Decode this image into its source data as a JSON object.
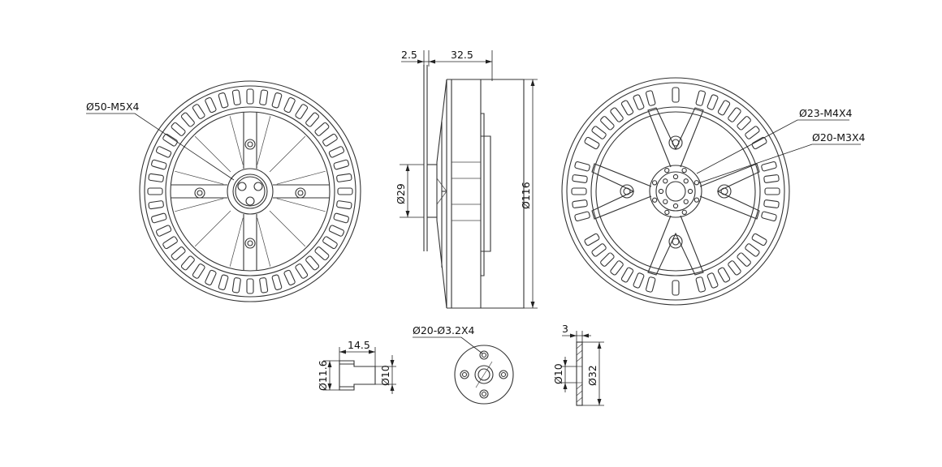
{
  "drawing": {
    "front_view": {
      "label": "Ø50-M5X4"
    },
    "side_view": {
      "dim_flange": "2.5",
      "dim_length": "32.5",
      "dim_shaft": "Ø29",
      "dim_outer": "Ø116"
    },
    "back_view": {
      "label_top": "Ø23-M4X4",
      "label_bottom": "Ø20-M3X4"
    },
    "shaft_detail": {
      "dim_length": "14.5",
      "dim_left": "Ø11.6",
      "dim_right": "Ø10"
    },
    "flange_detail": {
      "label": "Ø20-Ø3.2X4"
    },
    "washer_detail": {
      "dim_thickness": "3",
      "dim_inner": "Ø10",
      "dim_outer": "Ø32"
    }
  }
}
